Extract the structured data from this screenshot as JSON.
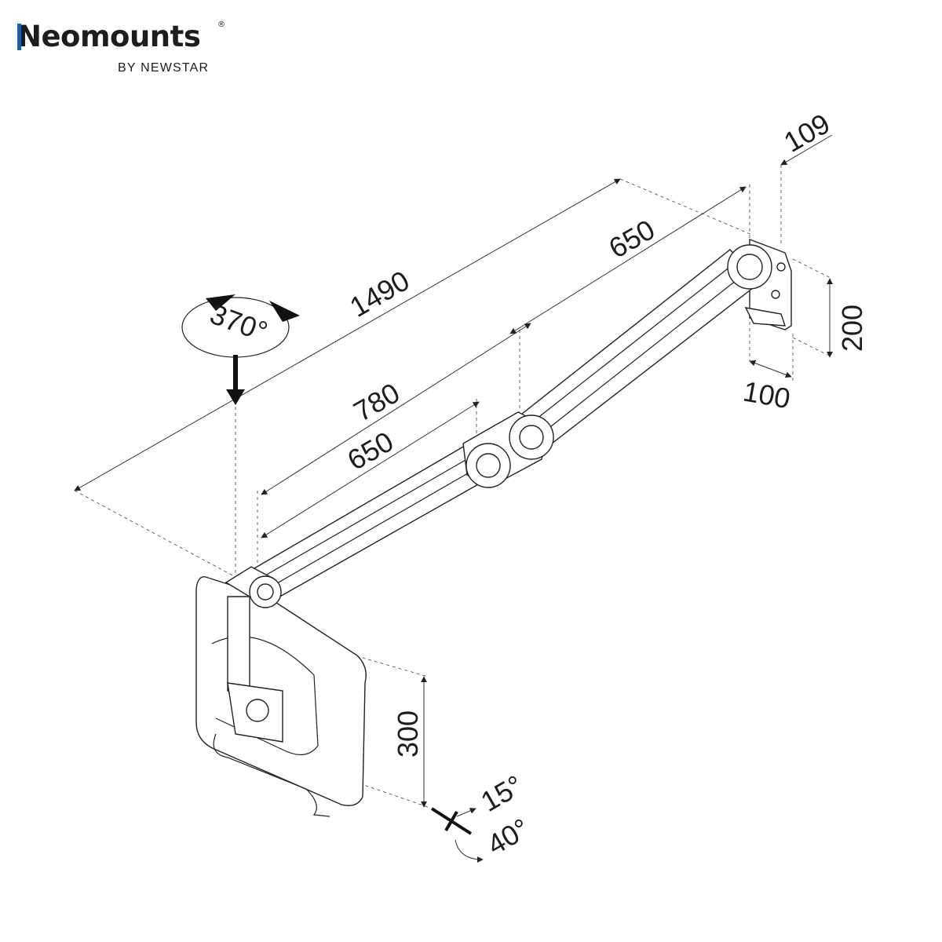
{
  "logo": {
    "brand": "Neomounts",
    "registered": "®",
    "sub": "BY NEWSTAR"
  },
  "dimensions": {
    "total_reach": "1490",
    "arm_upper": "650",
    "arm_lower_reach": "780",
    "arm_lower": "650",
    "wall_depth": "109",
    "wall_height": "200",
    "wall_width": "100",
    "display_height": "300",
    "rotation": "370°",
    "tilt_up": "15°",
    "tilt_down": "40°"
  },
  "colors": {
    "ink": "#1d1d1b",
    "accent": "#1f5fa8"
  }
}
